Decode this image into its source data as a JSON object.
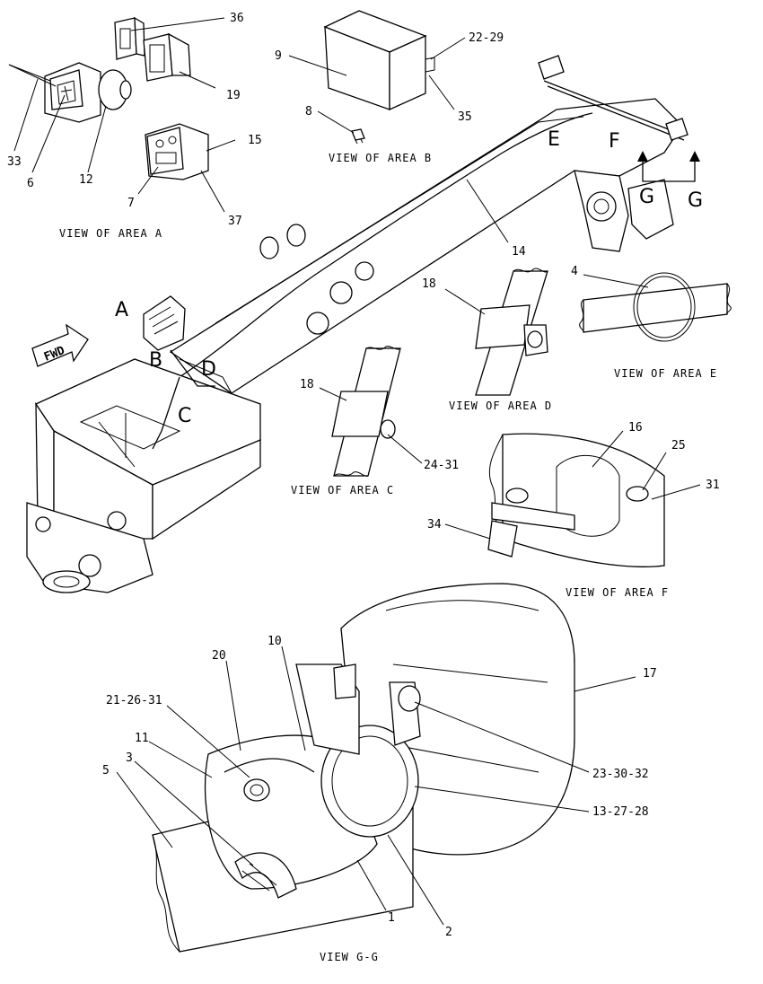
{
  "callouts": {
    "c36": "36",
    "c19": "19",
    "c33": "33",
    "c6": "6",
    "c12": "12",
    "c15": "15",
    "c7": "7",
    "c37": "37",
    "c9": "9",
    "c22_29": "22-29",
    "c35": "35",
    "c8": "8",
    "c14": "14",
    "c18a": "18",
    "c4": "4",
    "c18b": "18",
    "c24_31": "24-31",
    "c16": "16",
    "c25": "25",
    "c31": "31",
    "c34": "34",
    "c20": "20",
    "c10": "10",
    "c17": "17",
    "c21_26_31": "21-26-31",
    "c11": "11",
    "c3": "3",
    "c5": "5",
    "c23_30_32": "23-30-32",
    "c13_27_28": "13-27-28",
    "c1": "1",
    "c2": "2"
  },
  "area_letters": {
    "A": "A",
    "B": "B",
    "C": "C",
    "D": "D",
    "E": "E",
    "F": "F",
    "G1": "G",
    "G2": "G"
  },
  "direction_label": "FWD",
  "view_titles": {
    "area_a": "VIEW OF AREA A",
    "area_b": "VIEW OF AREA B",
    "area_c": "VIEW OF AREA C",
    "area_d": "VIEW OF AREA D",
    "area_e": "VIEW OF AREA E",
    "area_f": "VIEW OF AREA F",
    "view_gg": "VIEW G-G"
  }
}
